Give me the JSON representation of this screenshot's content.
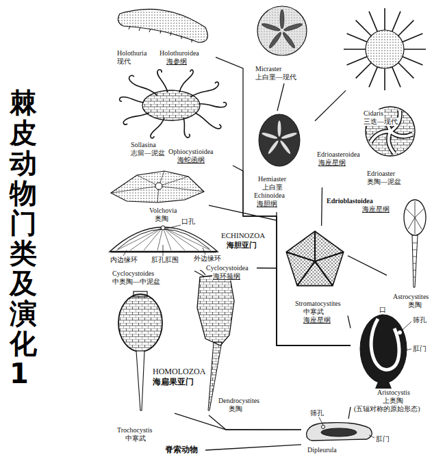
{
  "diagram": {
    "title": "棘皮动物门类及演化1",
    "nodes": [
      {
        "text": [
          "Holothuria",
          "现代",
          "Holothuroidea",
          "海参纲"
        ]
      },
      {
        "text": [
          "Micraster",
          "上白垩—现代"
        ]
      },
      {
        "text": [
          "Cidaris",
          "三迭—现代"
        ]
      },
      {
        "text": [
          "Sollasina",
          "志留—泥盆",
          "Ophiocystioidea",
          "海蛇函纲"
        ]
      },
      {
        "text": [
          "Hemiaster",
          "上白垩",
          "Echinoidea",
          "海胆纲"
        ]
      },
      {
        "text": [
          "Edrioasteroidea",
          "海座星纲",
          "Edrioaster",
          "奥陶—泥盆"
        ]
      },
      {
        "text": [
          "Volchovia",
          "奥陶"
        ]
      },
      {
        "text": [
          "Astrocystites",
          "奥陶"
        ]
      },
      {
        "text": [
          "Cyclocystoides",
          "中奥陶—中泥盆",
          "Cyclocystoidea",
          "海环箍纲"
        ]
      },
      {
        "text": [
          "Stromatocystites",
          "中寒武",
          "海座星纲"
        ]
      },
      {
        "text": [
          "Aristocystis",
          "上奥陶",
          "(五辐对称的原始形态)"
        ]
      },
      {
        "text": [
          "Trochocystis",
          "中寒武"
        ]
      },
      {
        "text": [
          "Dendrocystites",
          "奥陶"
        ]
      },
      {
        "text": [
          "Dipleurula"
        ]
      },
      {
        "text": [
          "脊索动物"
        ]
      }
    ],
    "edges": [
      {
        "from": 10,
        "to": 0,
        "arrow": "none"
      },
      {
        "from": 10,
        "to": 3,
        "arrow": "none"
      },
      {
        "from": 10,
        "to": 6,
        "arrow": "none"
      },
      {
        "from": 10,
        "to": 8,
        "arrow": "none"
      },
      {
        "from": 10,
        "to": 4,
        "arrow": "none"
      },
      {
        "from": 4,
        "to": 1,
        "arrow": "none"
      },
      {
        "from": 4,
        "to": 2,
        "arrow": "none"
      },
      {
        "from": 10,
        "to": 9,
        "arrow": "none"
      },
      {
        "from": 9,
        "to": 5,
        "arrow": "none"
      },
      {
        "from": 9,
        "to": 7,
        "arrow": "none"
      },
      {
        "from": 13,
        "to": 10,
        "arrow": "none"
      },
      {
        "from": 13,
        "to": 11,
        "arrow": "none"
      },
      {
        "from": 13,
        "to": 12,
        "arrow": "none"
      },
      {
        "from": 13,
        "to": 14,
        "arrow": "none"
      }
    ],
    "labels": [
      "口孔",
      "内边缘环",
      "肛孔肛围",
      "外边缘环",
      "ECHINOZOA",
      "海胆亚门",
      "Edrioblastoidea",
      "海座星纲",
      "口",
      "筛孔",
      "肛门",
      "HOMOLOZOA",
      "海扁果亚门",
      "筛孔",
      "肛门"
    ]
  }
}
